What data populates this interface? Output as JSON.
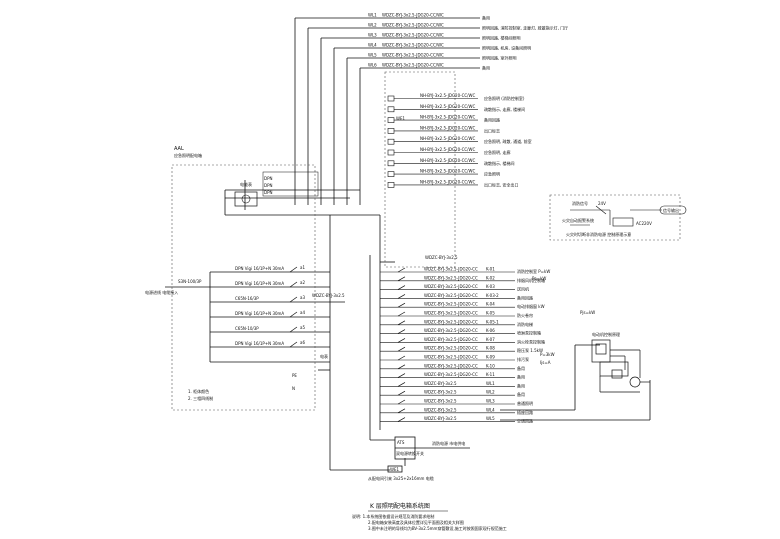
{
  "drawing": {
    "top_feeders": [
      {
        "id": "WL1",
        "cable": "WDZC-BYJ-3x2.5-JDG20-CC/WC",
        "dest": "备用"
      },
      {
        "id": "WL2",
        "cable": "WDZC-BYJ-3x2.5-JDG20-CC/WC",
        "dest": "照明回路, 消防控制室, 走廊灯, 疏散指示灯, 门厅"
      },
      {
        "id": "WL3",
        "cable": "WDZC-BYJ-3x2.5-JDG20-CC/WC",
        "dest": "照明回路, 楼梯间照明"
      },
      {
        "id": "WL4",
        "cable": "WDZC-BYJ-3x2.5-JDG20-CC/WC",
        "dest": "照明回路, 机房, 设备间照明"
      },
      {
        "id": "WL5",
        "cable": "WDZC-BYJ-3x2.5-JDG20-CC/WC",
        "dest": "照明回路, 室外照明"
      },
      {
        "id": "WL6",
        "cable": "WDZC-BYJ-3x2.5-JDG20-CC/WC",
        "dest": "备用"
      }
    ],
    "cabinet_label_top": "AAL",
    "cabinet_label_sub": "应急照明配电箱",
    "inner_panel_rows": [
      {
        "cable": "NH-BYJ-3x2.5-JDG20-CC/WC",
        "dest": "应急照明 (消防控制室)"
      },
      {
        "cable": "NH-BYJ-3x2.5-JDG20-CC/WC",
        "dest": "疏散指示, 走廊, 楼梯间"
      },
      {
        "cable": "NH-BYJ-3x2.5-JDG20-CC/WC",
        "dest": "备用回路"
      },
      {
        "cable": "NH-BYJ-3x2.5-JDG20-CC/WC",
        "dest": "出口标志"
      },
      {
        "cable": "NH-BYJ-3x2.5-JDG20-CC/WC",
        "dest": "应急照明, 疏散, 通道, 前室"
      },
      {
        "cable": "NH-BYJ-3x2.5-JDG20-CC/WC",
        "dest": "应急照明, 走廊"
      },
      {
        "cable": "NH-BYJ-3x2.5-JDG20-CC/WC",
        "dest": "疏散指示, 楼梯间"
      },
      {
        "cable": "NH-BYJ-3x2.5-JDG20-CC/WC",
        "dest": "应急照明"
      },
      {
        "cable": "NH-BYJ-3x2.5-JDG20-CC/WC",
        "dest": "出口标志, 安全出口"
      }
    ],
    "inner_mark": "WE1",
    "meter_label": "电能表",
    "incoming_label": "电源进线 电缆接入",
    "incoming_breaker": "S3N-100/3P",
    "left_breakers": [
      {
        "spec": "DPN Vigi 16/1P+N 30mA",
        "mark": "a1"
      },
      {
        "spec": "DPN Vigi 16/1P+N 30mA",
        "mark": "a2"
      },
      {
        "spec": "C65N-16/3P",
        "mark": "a3"
      },
      {
        "spec": "DPN Vigi 16/1P+N 30mA",
        "mark": "a4"
      },
      {
        "spec": "C65N-10/3P",
        "mark": "a5"
      },
      {
        "spec": "DPN Vigi 16/1P+N 30mA",
        "mark": "a6"
      }
    ],
    "right_top_cable": "WDZC-BYJ-3x2.5",
    "right_feeders": [
      {
        "cable": "WDZC-BYJ-3x2.5-JDG20-CC",
        "no": "K-01",
        "load": "消防控制室  P=kW"
      },
      {
        "cable": "WDZC-BYJ-3x2.5-JDG20-CC",
        "no": "K-02",
        "load": "排烟风机控制箱"
      },
      {
        "cable": "WDZC-BYJ-3x2.5-JDG20-CC",
        "no": "K-03",
        "load": "送风机"
      },
      {
        "cable": "WDZC-BYJ-3x2.5-JDG20-CC",
        "no": "K-03-2",
        "load": "备用回路"
      },
      {
        "cable": "WDZC-BYJ-3x2.5-JDG20-CC",
        "no": "K-04",
        "load": "电动排烟窗  kW"
      },
      {
        "cable": "WDZC-BYJ-3x2.5-JDG20-CC",
        "no": "K-05",
        "load": "防火卷帘"
      },
      {
        "cable": "WDZC-BYJ-3x2.5-JDG20-CC",
        "no": "K-05-1",
        "load": "消防电梯"
      },
      {
        "cable": "WDZC-BYJ-3x2.5-JDG20-CC",
        "no": "K-06",
        "load": "喷淋泵控制箱"
      },
      {
        "cable": "WDZC-BYJ-3x2.5-JDG20-CC",
        "no": "K-07",
        "load": "消火栓泵控制箱"
      },
      {
        "cable": "WDZC-BYJ-3x2.5-JDG20-CC",
        "no": "K-08",
        "load": "稳压泵  1.5kW"
      },
      {
        "cable": "WDZC-BYJ-3x2.5-JDG20-CC",
        "no": "K-09",
        "load": "排污泵"
      },
      {
        "cable": "WDZC-BYJ-3x2.5-JDG20-CC",
        "no": "K-10",
        "load": "备用"
      },
      {
        "cable": "WDZC-BYJ-3x2.5-JDG20-CC",
        "no": "K-11",
        "load": "备用"
      },
      {
        "cable": "WDZC-BYJ-3x2.5",
        "no": "WL1",
        "load": "备用"
      },
      {
        "cable": "WDZC-BYJ-3x2.5",
        "no": "WL2",
        "load": "备用"
      },
      {
        "cable": "WDZC-BYJ-3x2.5",
        "no": "WL3",
        "load": "普通照明"
      },
      {
        "cable": "WDZC-BYJ-3x2.5",
        "no": "WL4",
        "load": "插座回路"
      },
      {
        "cable": "WDZC-BYJ-3x2.5",
        "no": "WL5",
        "load": "空调回路"
      }
    ],
    "side_notes": {
      "load_total": "Pe=kW",
      "load_calc": "Pjs=kW",
      "current": "Ijs=A",
      "phase_note": "P=3kW"
    },
    "detail_box": {
      "label_left": "消防信号",
      "label_mid": "火灾自动报警系统",
      "label_right": "信号输出",
      "bottom_note": "火灾时切断非消防电源 控制原理示意",
      "coil": "24V",
      "voltage": "AC220V"
    },
    "motor_note": "电动机控制原理",
    "dual_power": {
      "box_label": "ATS",
      "box_sub": "双电源转换开关",
      "feed": "消防电源 市电供电",
      "bottom_label": "WE1",
      "bottom_note": "从配电间引来 3x25+2x16mm 电缆"
    },
    "left_bottom_notes": [
      "1. 柜体颜色",
      "2. 三相四线制"
    ],
    "mid_labels": [
      "电表",
      "PE",
      "N"
    ],
    "title": "K 层照明配电箱系统图",
    "notes": [
      "说明:  1.本系统图依据设计规范及消防要求绘制",
      "2.配电箱安装高度及具体位置详见平面图及相关大样图",
      "3.图中未注明的导线均为BV-3x2.5mm穿管敷设,施工时按照国家现行规范施工"
    ]
  }
}
